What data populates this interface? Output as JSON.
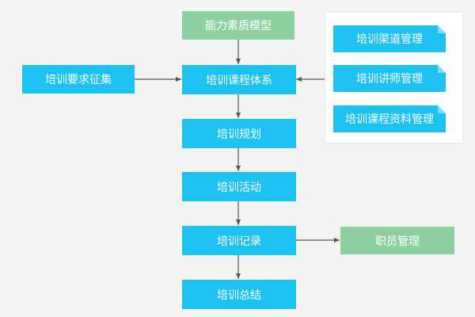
{
  "colors": {
    "box_blue": "#1ec2f0",
    "box_green": "#8fd0a1",
    "connector": "#555555",
    "background": "#f3f3f3",
    "panel": "#ffffff"
  },
  "diagram": {
    "competency_model": "能力素质模型",
    "requirements_collection": "培训要求征集",
    "course_system": "培训课程体系",
    "training_plan": "培训规划",
    "training_activity": "培训活动",
    "training_record": "培训记录",
    "training_summary": "培训总结",
    "staff_management": "职员管理",
    "resources": {
      "channel_management": "培训渠道管理",
      "lecturer_management": "培训讲师管理",
      "course_material_management": "培训课程资料管理"
    }
  }
}
